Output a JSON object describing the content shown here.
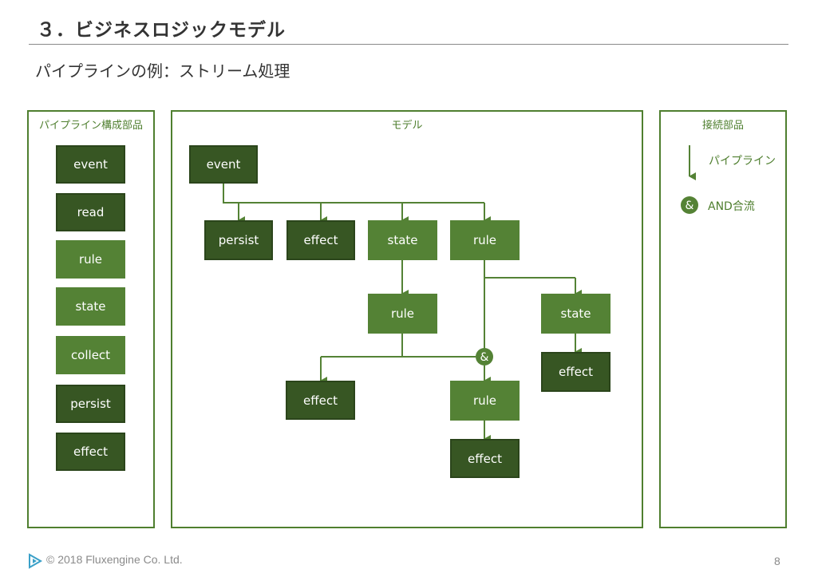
{
  "header": {
    "title": "３．ビジネスロジックモデル",
    "subtitle": "パイプラインの例：ストリーム処理"
  },
  "panels": {
    "components_title": "パイプライン構成部品",
    "model_title": "モデル",
    "connectors_title": "接続部品"
  },
  "components": [
    "event",
    "read",
    "rule",
    "state",
    "collect",
    "persist",
    "effect"
  ],
  "model_nodes": {
    "event": "event",
    "persist": "persist",
    "effect_a": "effect",
    "state_a": "state",
    "rule_a": "rule",
    "rule_b": "rule",
    "state_b": "state",
    "effect_b": "effect",
    "effect_c": "effect",
    "rule_c": "rule",
    "effect_d": "effect"
  },
  "legend": {
    "pipeline": "パイプライン",
    "and_symbol": "&",
    "and_merge": "AND合流"
  },
  "footer": {
    "copyright": "© 2018 Fluxengine Co. Ltd.",
    "page": "8"
  },
  "colors": {
    "dark_green": "#375623",
    "light_green": "#548235",
    "border_green": "#4f7f2f"
  }
}
